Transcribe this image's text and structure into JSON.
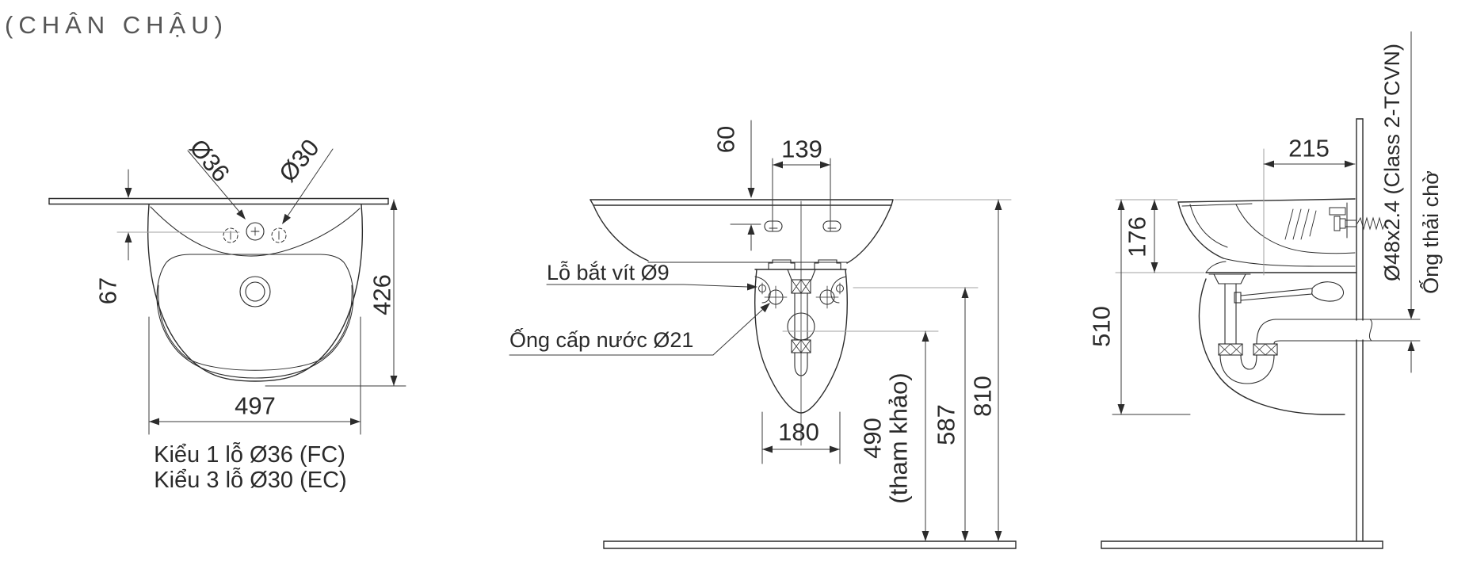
{
  "title": "(CHÂN CHẬU)",
  "plan": {
    "hole_main": "Ø36",
    "hole_alt": "Ø30",
    "d67": "67",
    "d426": "426",
    "d497": "497",
    "caption1": "Kiểu 1 lỗ Ø36 (FC)",
    "caption2": "Kiểu 3 lỗ Ø30 (EC)"
  },
  "front": {
    "d60": "60",
    "d139": "139",
    "d180": "180",
    "d490": "490",
    "d490_note": "(tham khảo)",
    "d587": "587",
    "d810": "810",
    "lbl_screw": "Lỗ bắt vít Ø9",
    "lbl_supply": "Ống cấp nước Ø21"
  },
  "side": {
    "d215": "215",
    "d176": "176",
    "d510": "510",
    "lbl_waste_spec": "Ø48x2.4 (Class 2-TCVN)",
    "lbl_waste": "Ống thải chờ"
  },
  "colors": {
    "line": "#2c2c2c",
    "dim": "#3a3a3a",
    "aux": "#a0a0a0",
    "text": "#2a2a2a",
    "title": "#565656"
  }
}
